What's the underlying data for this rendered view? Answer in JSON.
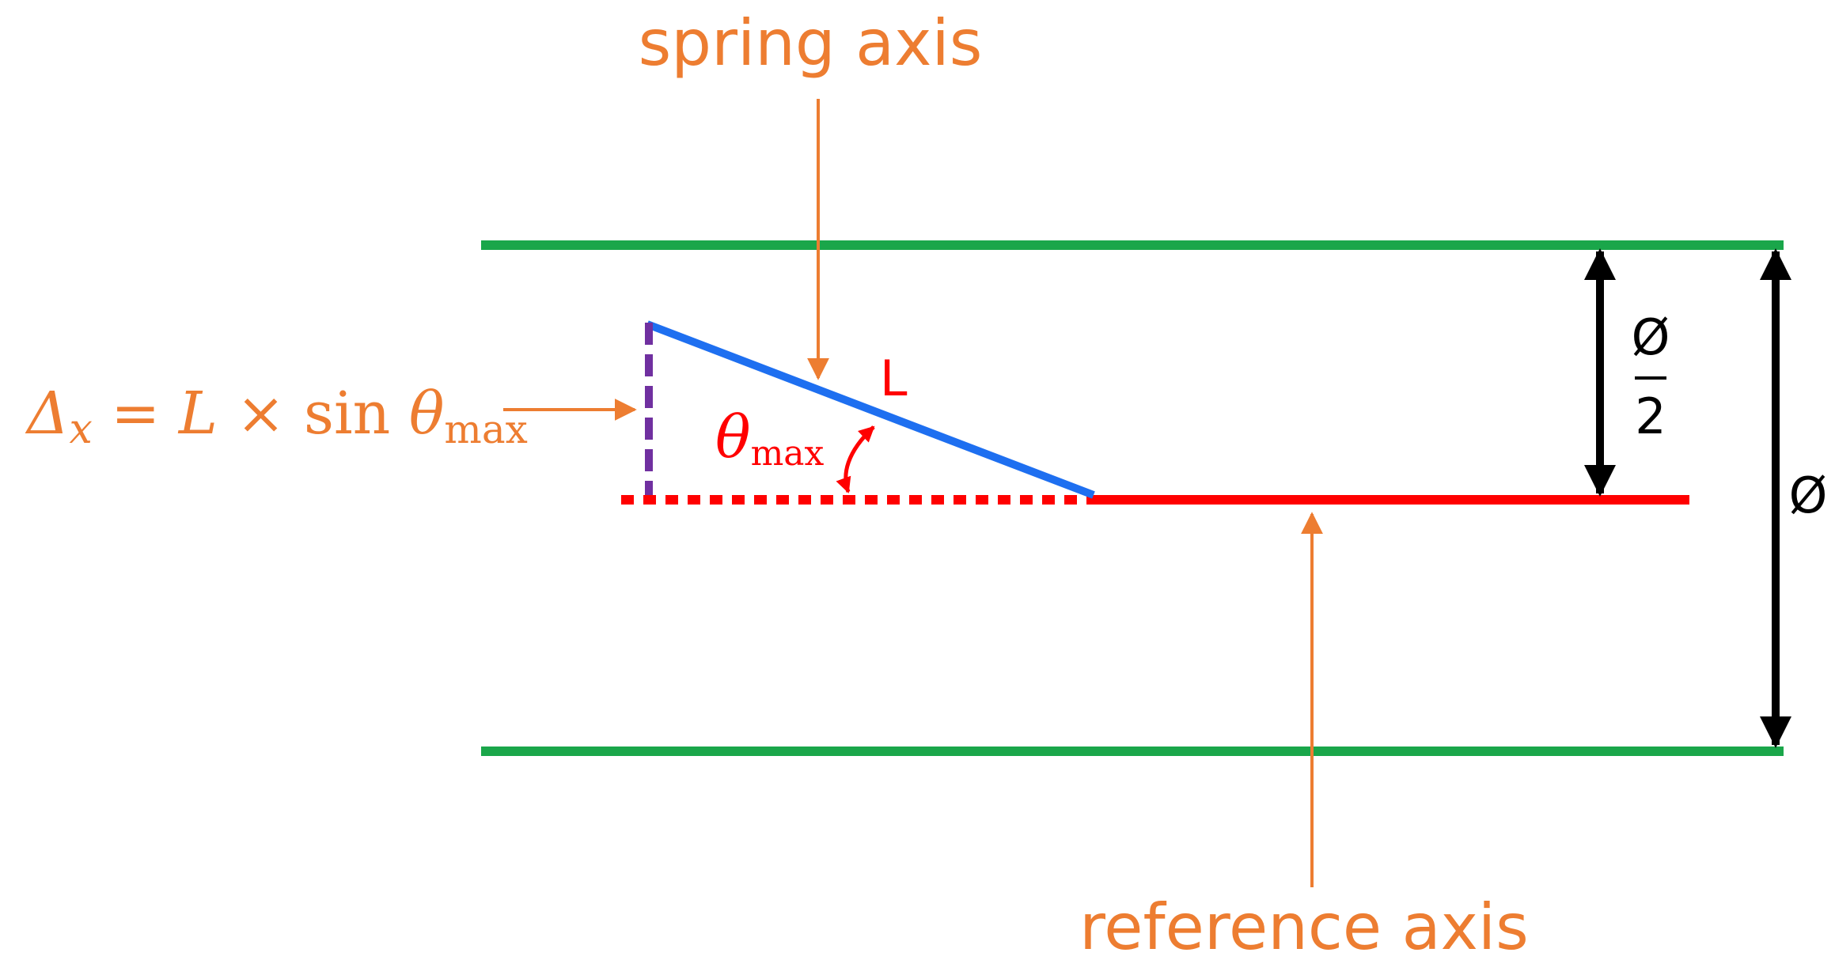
{
  "labels": {
    "spring_axis": "spring axis",
    "reference_axis": "reference axis",
    "length": "L",
    "formula_delta": "Δ",
    "formula_delta_sub": "x",
    "formula_rest": " = L × ",
    "formula_sin": "sin ",
    "formula_theta": "θ",
    "formula_theta_sub": "max",
    "theta": "θ",
    "theta_sub": "max",
    "half_diameter_num": "Ø",
    "half_diameter_den": "2",
    "diameter": "Ø"
  },
  "colors": {
    "wall": "#1aa64a",
    "spring": "#1e6ff0",
    "reference": "#ff0000",
    "offset": "#7030a0",
    "annotation": "#ed7d31",
    "dimension": "#000000"
  }
}
